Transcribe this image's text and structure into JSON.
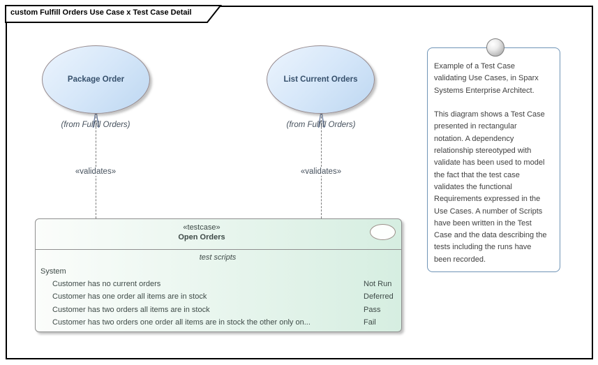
{
  "diagram": {
    "title": "custom Fulfill Orders Use Case x Test Case Detail"
  },
  "use_cases": [
    {
      "name": "Package Order",
      "from_label": "(from Fulfill Orders)"
    },
    {
      "name": "List Current Orders",
      "from_label": "(from Fulfill Orders)"
    }
  ],
  "connectors": [
    {
      "label": "«validates»"
    },
    {
      "label": "«validates»"
    }
  ],
  "test_case": {
    "stereotype": "«testcase»",
    "name": "Open Orders",
    "compartment_label": "test scripts",
    "group": "System",
    "scripts": [
      {
        "name": "Customer has no current orders",
        "status": "Not Run"
      },
      {
        "name": "Customer has one order all items are in stock",
        "status": "Deferred"
      },
      {
        "name": "Customer has two orders all items are in stock",
        "status": "Pass"
      },
      {
        "name": "Customer has two orders one order all items are in stock the other only on...",
        "status": "Fail"
      }
    ]
  },
  "note": {
    "text": "Example of a Test Case\nvalidating Use Cases, in Sparx\nSystems Enterprise Architect.\n\nThis diagram shows a Test Case\npresented in rectangular\nnotation. A dependency\nrelationship stereotyped with\nvalidate has been used to model\nthe fact that the test case\nvalidates the functional\nRequirements expressed in the\nUse Cases. A number of Scripts\nhave been written in the Test\nCase and the data describing the\ntests including the runs have\nbeen recorded."
  },
  "colors": {
    "usecase_fill_light": "#ecf4fd",
    "usecase_fill_dark": "#bdd7f1",
    "usecase_border": "#95898d",
    "usecase_text": "#36506c",
    "testcase_fill_left": "#fbfdfb",
    "testcase_fill_right": "#d6eee1",
    "testcase_border": "#8f8f8f",
    "testcase_text": "#3e4a47",
    "note_border": "#6f94b6",
    "note_text": "#404040",
    "connector_gray": "#7a7a7a",
    "label_text": "#45505c",
    "arrow_stroke": "#64779a"
  }
}
